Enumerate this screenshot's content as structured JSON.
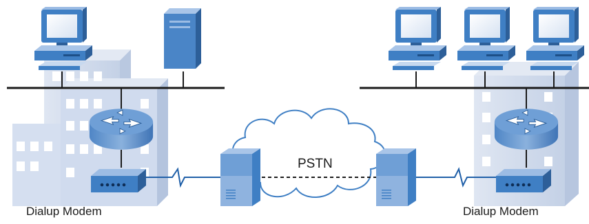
{
  "diagram": {
    "cloud_label": "PSTN",
    "left_site": {
      "label": "Dialup Modem"
    },
    "right_site": {
      "label": "Dialup Modem"
    }
  },
  "colors": {
    "building": "#cdd8ea",
    "building_window": "#ffffff",
    "device_blue": "#3f7fc4",
    "device_light": "#8fb3df",
    "router_top": "#6f9fd6",
    "line": "#1a1a1a"
  }
}
